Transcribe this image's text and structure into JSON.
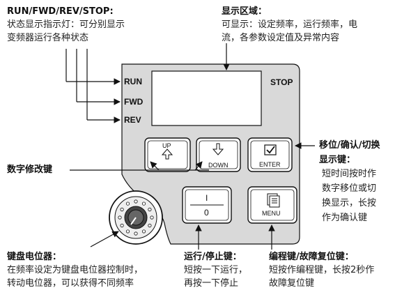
{
  "annotations": {
    "indicator": {
      "title": "RUN/FWD/REV/STOP:",
      "lines": [
        "状态显示指示灯：可分别显示",
        "变频器运行各种状态"
      ]
    },
    "display": {
      "title": "显示区域：",
      "lines": [
        "可显示：设定频率，运行频率，电",
        "流，各参数设定值及异常内容"
      ]
    },
    "digit_edit": {
      "title": "数字修改键"
    },
    "shift_key": {
      "title_lines": [
        "移位/确认/切换",
        "显示键："
      ],
      "lines": [
        "短时间按时作",
        "数字移位或切",
        "换显示，长按",
        "作为确认键"
      ]
    },
    "potentiometer": {
      "title": "键盘电位器：",
      "lines": [
        "在频率设定为键盘电位器控制时，",
        "转动电位器，可以获得不同频率"
      ]
    },
    "run_stop": {
      "title": "运行/停止键：",
      "lines": [
        "短按一下运行，",
        "再按一下停止"
      ]
    },
    "program_key": {
      "title": "编程键/故障复位键：",
      "lines": [
        "短按作编程键，长按2秒作",
        "故障复位键"
      ]
    }
  },
  "panel": {
    "indicators": {
      "run": "RUN",
      "fwd": "FWD",
      "rev": "REV",
      "stop": "STOP"
    },
    "keys": {
      "up": "UP",
      "down": "DOWN",
      "enter": "ENTER",
      "run_on": "I",
      "run_off": "0",
      "menu": "MENU"
    }
  },
  "colors": {
    "panel_fill": "#d9d9d9",
    "screen_fill": "#ffffff",
    "key_fill": "#ffffff",
    "stroke": "#111111"
  }
}
